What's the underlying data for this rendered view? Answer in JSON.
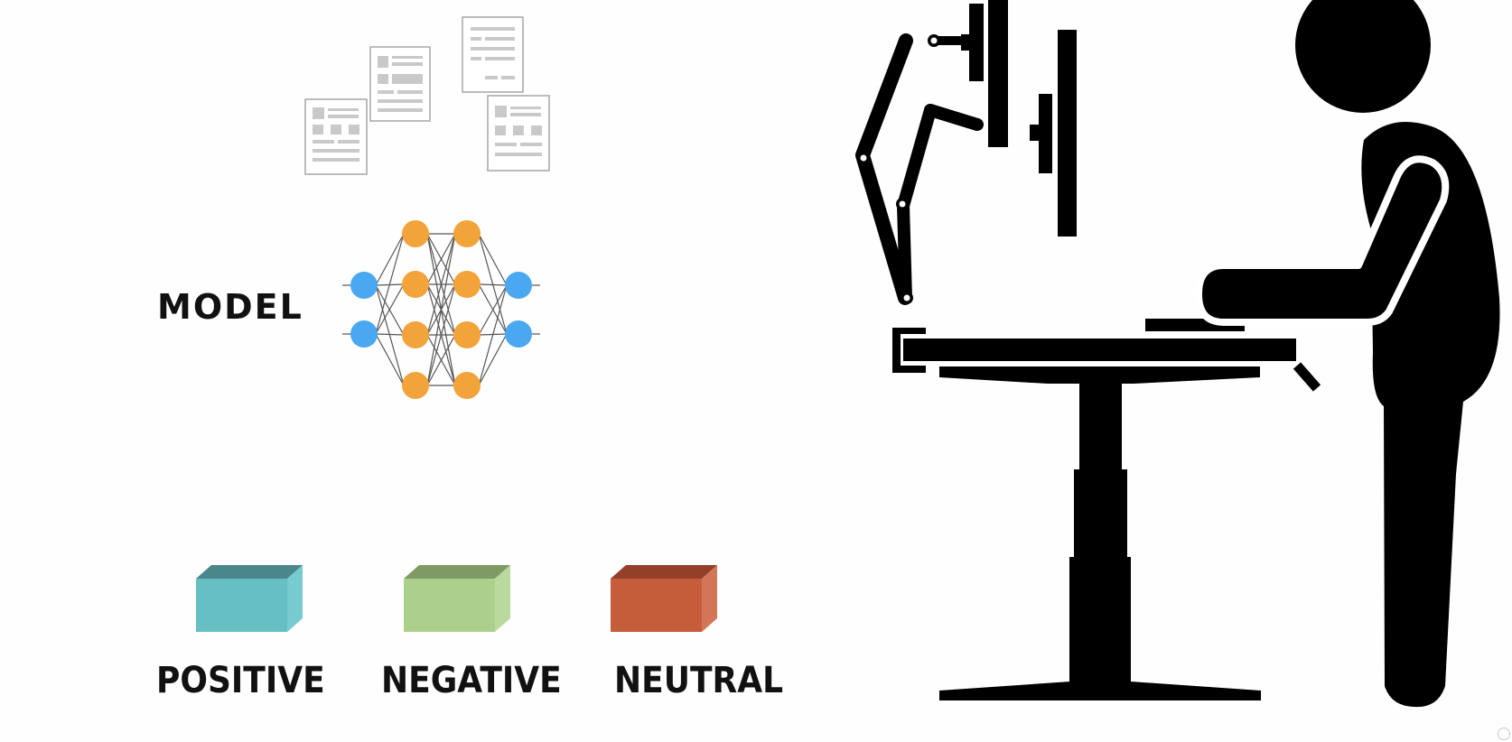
{
  "model": {
    "label": "MODEL",
    "input_node_color": "#4aa8f0",
    "hidden_node_color": "#f2a33a",
    "edge_color": "#555555"
  },
  "documents": {
    "count": 4,
    "border_color": "#a6a6a6",
    "content_color": "#c9c9c9"
  },
  "categories": [
    {
      "label": "POSITIVE",
      "color": "#65bfc3",
      "top_color": "#4a878d",
      "side_color": "#76cbcf"
    },
    {
      "label": "NEGATIVE",
      "color": "#abd08b",
      "top_color": "#7f9b63",
      "side_color": "#bad99e"
    },
    {
      "label": "NEUTRAL",
      "color": "#c55c3a",
      "top_color": "#933f29",
      "side_color": "#d27559"
    }
  ],
  "scene": {
    "icon": "standing-desk-person-icon",
    "ink_color": "#000000"
  }
}
